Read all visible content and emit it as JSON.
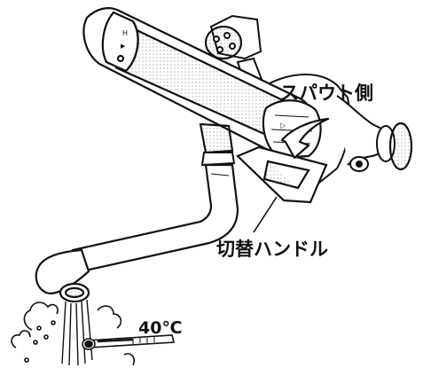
{
  "labels": {
    "spout_side": "スパウト側",
    "switch_handle": "切替ハンドル",
    "temperature": "40℃"
  },
  "icons": {
    "rotation_arrow": "curved-arrow-icon",
    "thermometer": "thermometer-icon",
    "steam": "steam-icon"
  }
}
